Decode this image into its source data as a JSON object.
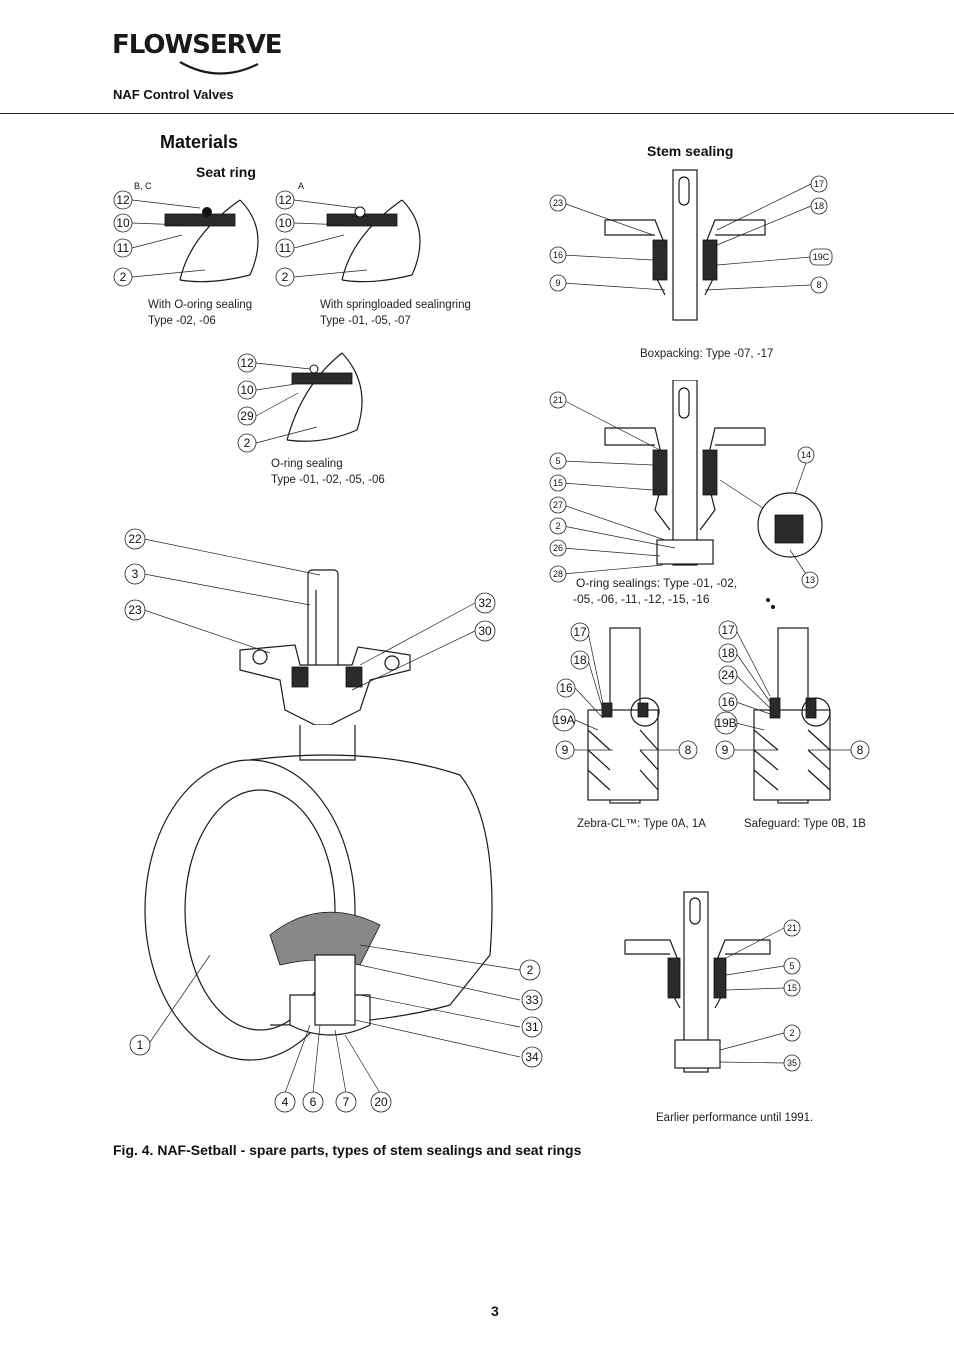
{
  "header": {
    "logo_text": "FLOWSERVE",
    "subtitle": "NAF Control Valves"
  },
  "headings": {
    "materials": "Materials",
    "seat_ring": "Seat ring",
    "stem_sealing": "Stem sealing"
  },
  "seat_ring": {
    "detail_bc": {
      "type_label": "B, C",
      "callouts": [
        "12",
        "10",
        "11",
        "2"
      ],
      "caption_line1": "With O-oring sealing",
      "caption_line2": "Type -02, -06"
    },
    "detail_a": {
      "type_label": "A",
      "callouts": [
        "12",
        "10",
        "11",
        "2"
      ],
      "caption_line1": "With springloaded sealingring",
      "caption_line2": "Type -01, -05, -07"
    },
    "detail_oring": {
      "callouts": [
        "12",
        "10",
        "29",
        "2"
      ],
      "caption_line1": "O-ring sealing",
      "caption_line2": "Type -01, -02, -05, -06"
    }
  },
  "stem_sealing": {
    "boxpacking": {
      "callouts_left": [
        "23",
        "16",
        "9"
      ],
      "callouts_right": [
        "17",
        "18",
        "19C",
        "8"
      ],
      "caption": "Boxpacking: Type -07, -17"
    },
    "oring": {
      "callouts_left": [
        "21",
        "5",
        "15",
        "27",
        "2",
        "26",
        "28"
      ],
      "callouts_right": [
        "14",
        "13"
      ],
      "caption_line1": "O-ring sealings: Type -01, -02,",
      "caption_line2": "-05, -06, -11, -12, -15, -16"
    },
    "zebra": {
      "callouts": [
        "17",
        "18",
        "16",
        "19A",
        "9",
        "8"
      ],
      "caption": "Zebra-CL™: Type 0A, 1A"
    },
    "safeguard": {
      "callouts": [
        "17",
        "18",
        "24",
        "16",
        "19B",
        "9",
        "8"
      ],
      "caption": "Safeguard: Type  0B, 1B"
    },
    "earlier": {
      "callouts": [
        "21",
        "5",
        "15",
        "2",
        "35"
      ],
      "caption": "Earlier performance until 1991."
    }
  },
  "main_valve": {
    "callouts_left": [
      "22",
      "3",
      "23",
      "1"
    ],
    "callouts_right": [
      "32",
      "30",
      "2",
      "33",
      "31",
      "34"
    ],
    "callouts_bottom": [
      "4",
      "6",
      "7",
      "20"
    ]
  },
  "figure_caption": "Fig. 4. NAF-Setball - spare parts, types of stem sealings and seat rings",
  "page_number": "3"
}
